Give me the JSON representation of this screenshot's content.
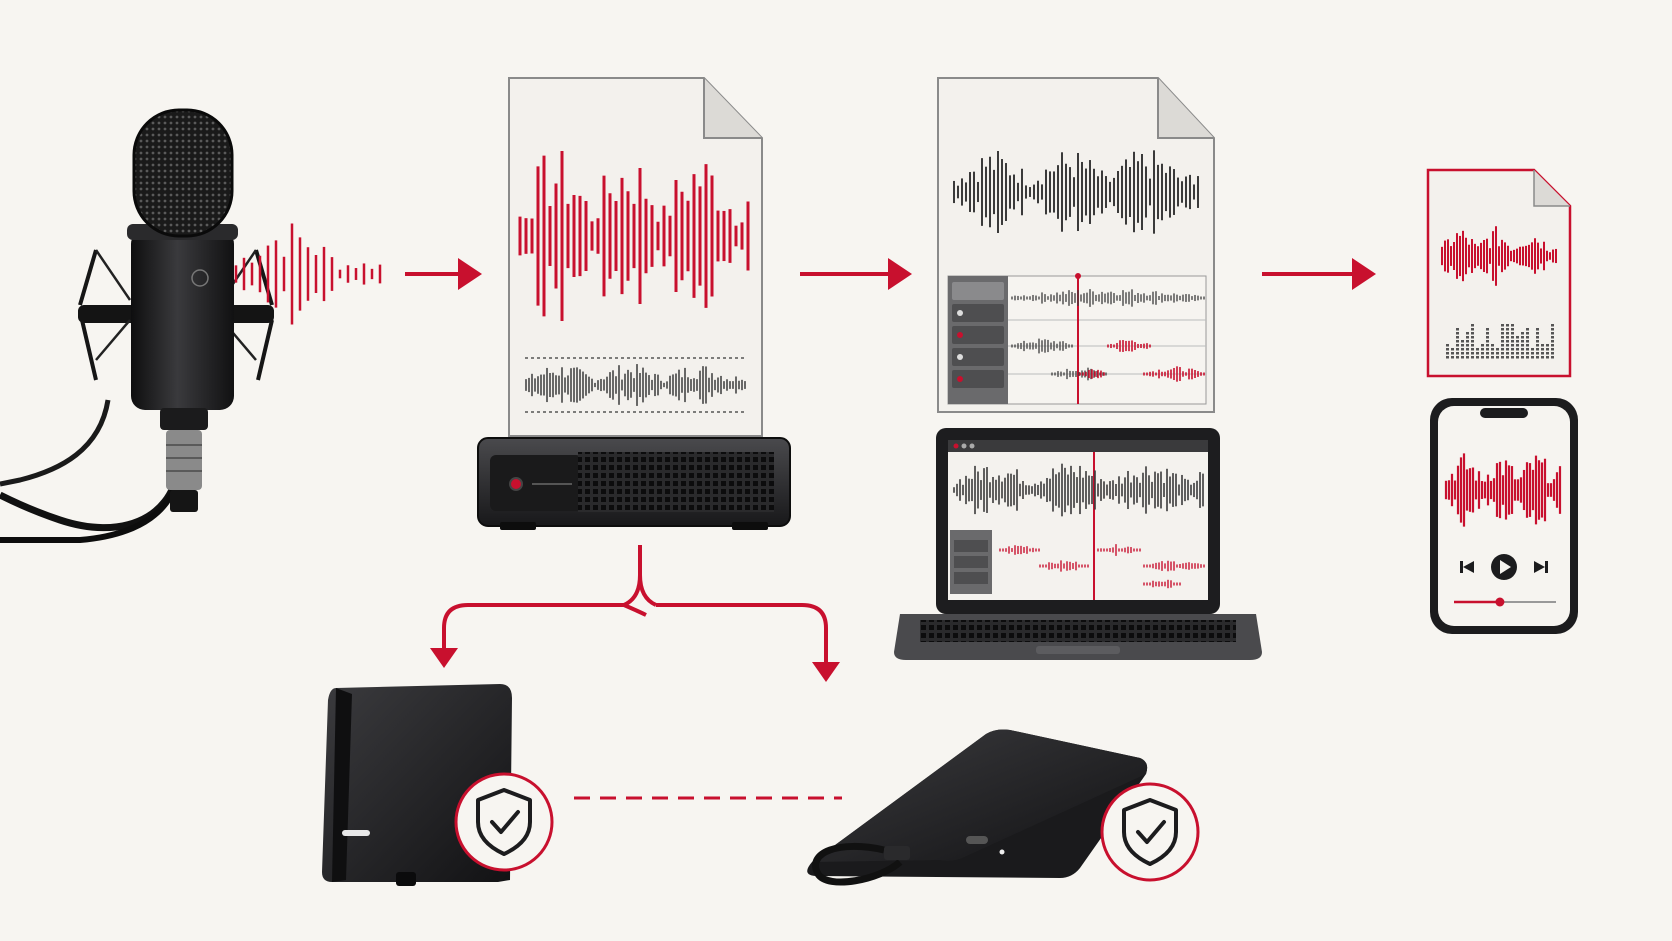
{
  "colors": {
    "background": "#f7f5f1",
    "accent": "#c8102e",
    "device_dark": "#1c1c1e",
    "device_mid": "#3a3a3c",
    "paper": "#f3f1ed",
    "paper_edge": "#8a8a8a",
    "waveform_gray": "#3a3a3a"
  },
  "diagram": {
    "nodes": [
      {
        "id": "microphone",
        "icon": "studio-microphone-icon"
      },
      {
        "id": "raw-recording",
        "icon": "audio-file-icon"
      },
      {
        "id": "audio-interface",
        "icon": "audio-interface-icon"
      },
      {
        "id": "multitrack-session",
        "icon": "audio-file-icon"
      },
      {
        "id": "laptop-editor",
        "icon": "laptop-icon"
      },
      {
        "id": "final-export",
        "icon": "audio-file-icon"
      },
      {
        "id": "phone-player",
        "icon": "smartphone-icon"
      },
      {
        "id": "desktop-backup-drive",
        "icon": "external-hdd-icon"
      },
      {
        "id": "portable-backup-drive",
        "icon": "portable-ssd-icon"
      }
    ],
    "edges": [
      {
        "from": "microphone",
        "to": "raw-recording",
        "style": "arrow"
      },
      {
        "from": "raw-recording",
        "to": "multitrack-session",
        "style": "arrow"
      },
      {
        "from": "multitrack-session",
        "to": "final-export",
        "style": "arrow"
      },
      {
        "from": "audio-interface",
        "to": "desktop-backup-drive",
        "style": "split-arrow"
      },
      {
        "from": "audio-interface",
        "to": "portable-backup-drive",
        "style": "split-arrow"
      },
      {
        "from": "desktop-backup-drive",
        "to": "portable-backup-drive",
        "style": "dashed"
      }
    ],
    "badges": [
      {
        "on": "desktop-backup-drive",
        "icon": "shield-check-icon"
      },
      {
        "on": "portable-backup-drive",
        "icon": "shield-check-icon"
      }
    ],
    "player": {
      "controls": [
        "skip-back-icon",
        "play-icon",
        "skip-forward-icon"
      ],
      "progress": 0.45
    }
  }
}
